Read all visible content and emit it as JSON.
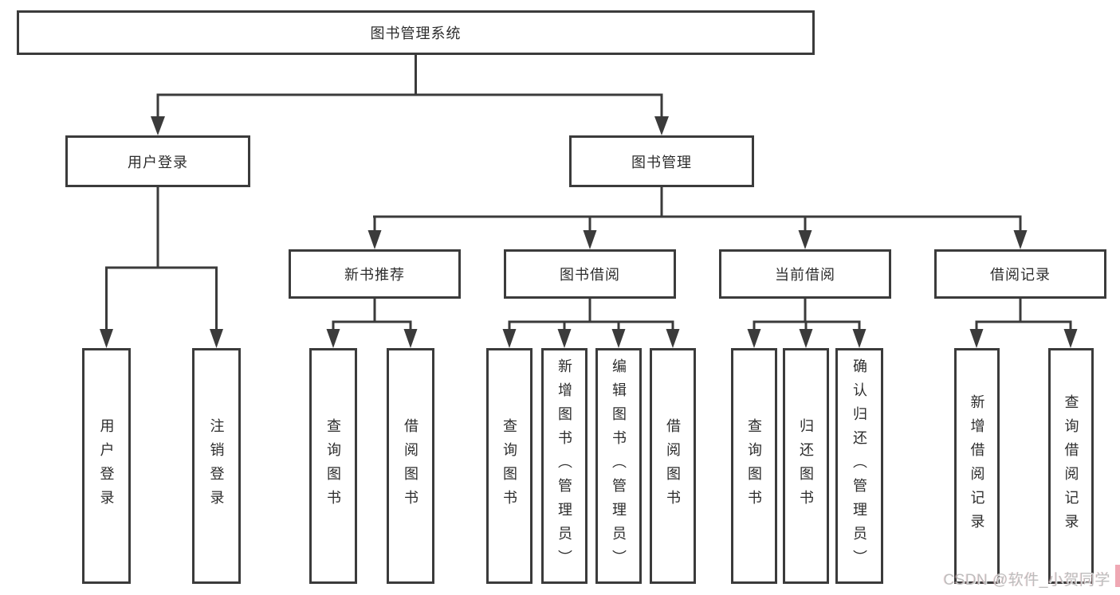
{
  "diagram": {
    "root": "图书管理系统",
    "branches": [
      {
        "label": "用户登录",
        "children": [
          {
            "label": "用户登录"
          },
          {
            "label": "注销登录"
          }
        ]
      },
      {
        "label": "图书管理",
        "sections": [
          {
            "label": "新书推荐",
            "children": [
              {
                "label": "查询图书"
              },
              {
                "label": "借阅图书"
              }
            ]
          },
          {
            "label": "图书借阅",
            "children": [
              {
                "label": "查询图书"
              },
              {
                "label": "新增图书（管理员）"
              },
              {
                "label": "编辑图书（管理员）"
              },
              {
                "label": "借阅图书"
              }
            ]
          },
          {
            "label": "当前借阅",
            "children": [
              {
                "label": "查询图书"
              },
              {
                "label": "归还图书"
              },
              {
                "label": "确认归还（管理员）"
              }
            ]
          },
          {
            "label": "借阅记录",
            "children": [
              {
                "label": "新增借阅记录"
              },
              {
                "label": "查询借阅记录"
              }
            ]
          }
        ]
      }
    ]
  },
  "watermark": {
    "text": "CSDN @软件_小贺同学"
  },
  "colors": {
    "line": "#3b3b3b",
    "text": "#2d2d2d",
    "background": "#ffffff",
    "watermark": "#bdbdbd",
    "watermark_accent": "#f0a8b4"
  }
}
